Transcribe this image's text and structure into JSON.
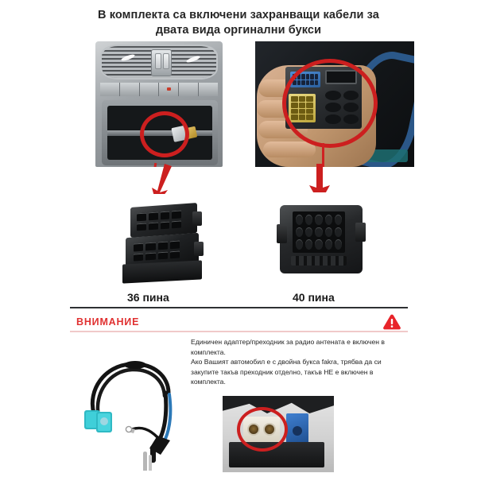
{
  "title": {
    "line1": "В комплекта са включени захранващи кабели за",
    "line2": "двата вида оргинални букси"
  },
  "photos": {
    "dashboard": {
      "name": "Car dashboard with air vents and storage tray",
      "highlight": "red-circle-around-connector"
    },
    "hand_connector": {
      "name": "Hand holding 40-pin car radio connector",
      "highlight": "red-circle-around-connector"
    }
  },
  "connectors": [
    {
      "id": "iso36",
      "label": "36 пина",
      "arrow": "red-down-arrow"
    },
    {
      "id": "quadlock40",
      "label": "40 пина",
      "arrow": "red-down-arrow"
    }
  ],
  "attention": {
    "heading": "ВНИМАНИЕ",
    "icon": "warning-triangle-icon",
    "icon_color": "#e8242a",
    "heading_color": "#e03131",
    "paragraphs": [
      "Единичен адаптер/преходник за радио антената е включен в комплекта.",
      "Ако Вашият автомобил е с двойна букса fakra, трябва да си закупите такъв преходник отделно, такъв НЕ е включен в комплекта."
    ]
  },
  "bottom_photos": {
    "antenna_adapter": {
      "name": "Double fakra antenna adapter cable",
      "connector_color": "#2fb9c4"
    },
    "fakra_socket": {
      "name": "Double fakra socket in car with blue quadlock plug",
      "highlight": "red-circle-around-double-fakra-socket"
    }
  },
  "colors": {
    "accent_red": "#cc1f1f",
    "warning_red": "#e03131",
    "divider": "#2e3033",
    "rule": "#f0c9c9",
    "background": "#ffffff"
  }
}
